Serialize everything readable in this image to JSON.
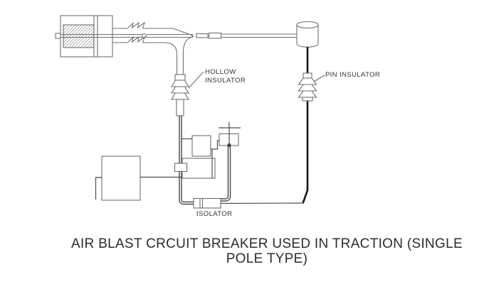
{
  "diagram": {
    "labels": {
      "hollow_insulator": {
        "line1": "HOLLOW",
        "line2": "INSULATOR"
      },
      "pin_insulator": "PIN INSULATOR",
      "isolator": "ISOLATOR"
    },
    "title": {
      "line1": "AIR BLAST CRCUIT BREAKER USED IN TRACTION (SINGLE",
      "line2": "POLE TYPE)"
    },
    "colors": {
      "background": "#ffffff",
      "line": "#6f6f6f",
      "wire": "#4d4d4d",
      "dark_line": "#3f3f3f",
      "black_line": "#141414",
      "text": "#333333",
      "title_text": "#2b2b2b"
    }
  }
}
